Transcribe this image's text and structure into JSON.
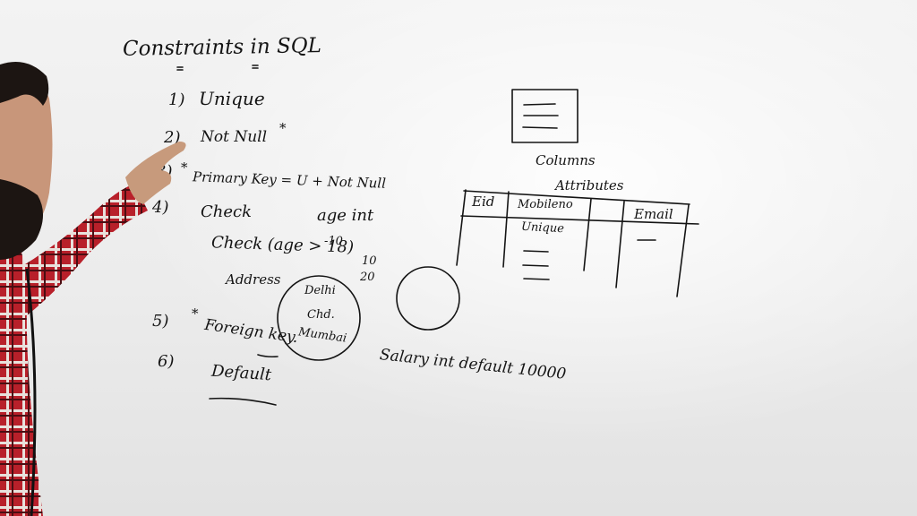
{
  "board": {
    "title": "Constraints in SQL",
    "items": [
      {
        "num": "1)",
        "label": "Unique"
      },
      {
        "num": "2)",
        "label": "Not Null"
      },
      {
        "num": "3)",
        "label": "Primary Key = U + Not Null"
      },
      {
        "num": "4)",
        "label": "Check"
      },
      {
        "num": "5)",
        "label": "Foreign key."
      },
      {
        "num": "6)",
        "label": "Default"
      }
    ],
    "check_example": {
      "declaration": "age int",
      "condition": "Check (age > 18)",
      "value_neg": "-10",
      "value_a": "10",
      "value_b": "20"
    },
    "address": {
      "label": "Address",
      "cities": [
        "Delhi",
        "Chd.",
        "Mumbai"
      ]
    },
    "default_example": "Salary int default 10000",
    "columns_label": "Columns",
    "attributes_label": "Attributes",
    "table_headers": [
      "Eid",
      "Mobileno",
      "",
      "Email"
    ],
    "table_note": "Unique",
    "star_marks": [
      "*",
      "*",
      "*"
    ]
  },
  "colors": {
    "ink": "#141414",
    "board": "#efefef",
    "shirt_red": "#b8202a",
    "hair": "#1c1512"
  }
}
